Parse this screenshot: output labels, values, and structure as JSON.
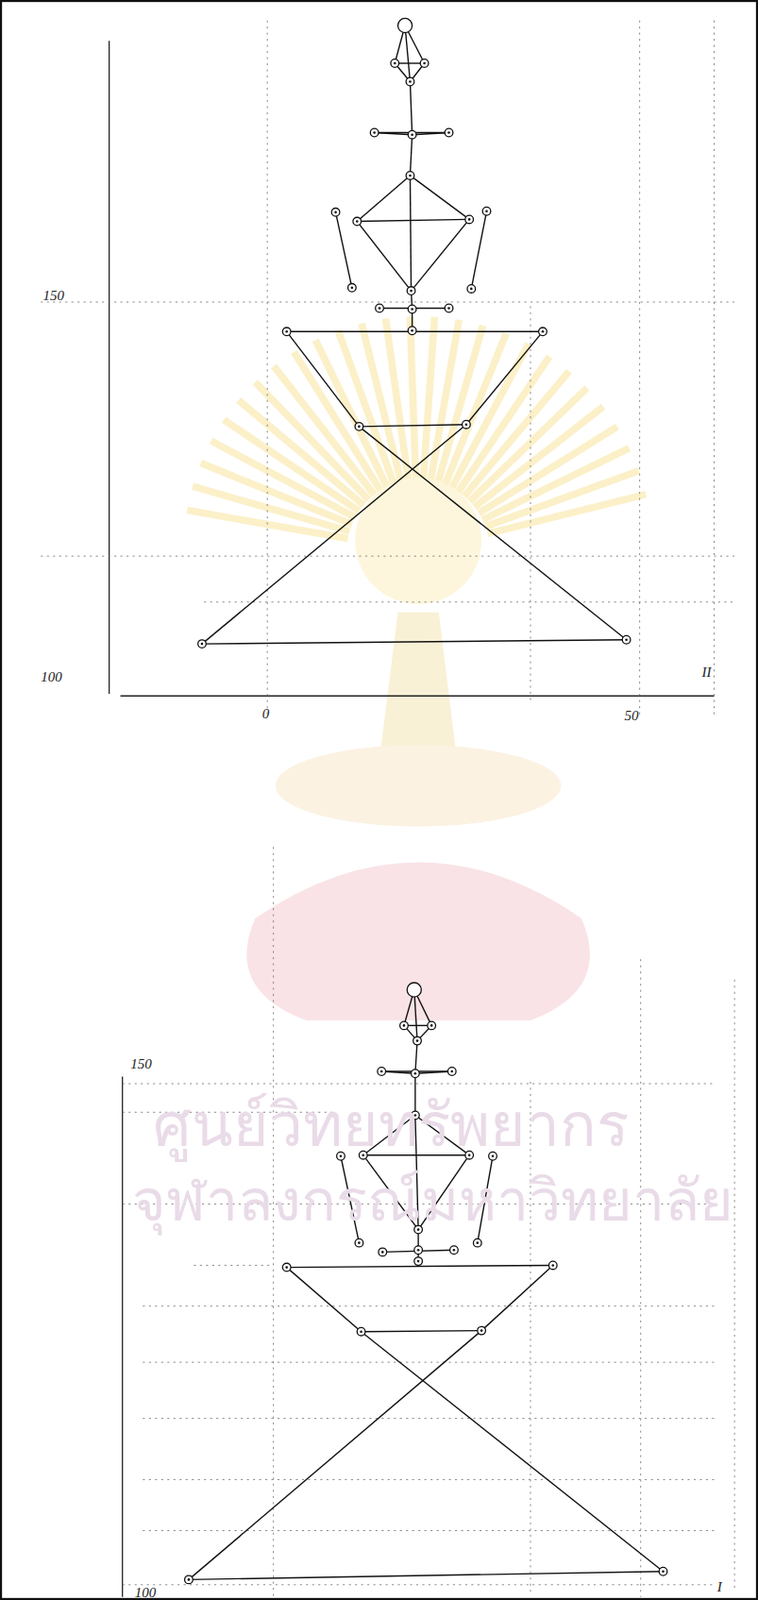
{
  "diagram": {
    "labels": [
      "150",
      "100",
      "0",
      "50",
      "II",
      "150",
      "100",
      "I",
      "ศูนย์วิทยทรัพยากร",
      "จุฬาลงกรณ์มหาวิทยาลัย"
    ]
  }
}
